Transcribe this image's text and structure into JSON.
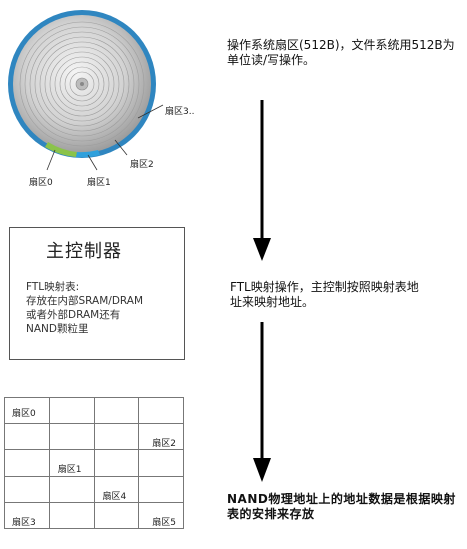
{
  "disk": {
    "sector_labels": [
      "扇区0",
      "扇区1",
      "扇区2",
      "扇区3.."
    ],
    "colors": {
      "ring": "#2f86c0",
      "sector0": "#8bc34a",
      "sector1": "#2f9ad6",
      "platter": "#d8d8d8"
    }
  },
  "controller": {
    "title": "主控制器",
    "description_lines": [
      "FTL映射表:",
      "存放在内部SRAM/DRAM",
      "或者外部DRAM还有",
      "NAND颗粒里"
    ]
  },
  "nand_grid": {
    "rows": 5,
    "cols": 4,
    "cells": [
      [
        "扇区0",
        "",
        "",
        ""
      ],
      [
        "",
        "",
        "",
        "扇区2"
      ],
      [
        "",
        "扇区1",
        "",
        ""
      ],
      [
        "",
        "",
        "扇区4",
        ""
      ],
      [
        "扇区3",
        "",
        "",
        "扇区5"
      ]
    ]
  },
  "steps": {
    "top": "操作系统扇区(512B)，文件系统用512B为单位读/写操作。",
    "middle": "FTL映射操作，主控制按照映射表地址来映射地址。",
    "bottom": "NAND物理地址上的地址数据是根据映射表的安排来存放"
  }
}
